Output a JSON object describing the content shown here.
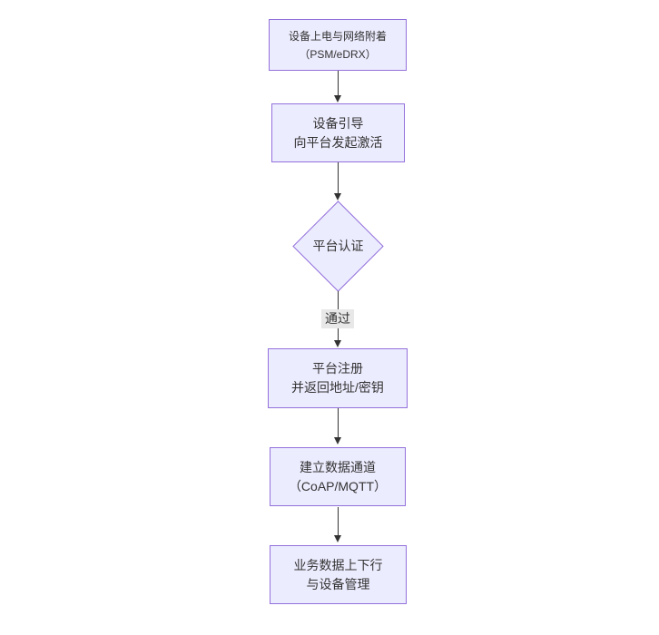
{
  "diagram": {
    "type": "flowchart-top-down",
    "colors": {
      "background": "#ffffff",
      "node_fill": "#ECECFF",
      "node_border": "#9370DB",
      "edge_line": "#333333",
      "edge_label_bg": "#e8e8e8",
      "text": "#333333"
    },
    "nodes": [
      {
        "shape": "rectangle",
        "lines": [
          "设备上电与网络附着",
          "（PSM/eDRX）"
        ]
      },
      {
        "shape": "rectangle",
        "lines": [
          "设备引导",
          "向平台发起激活"
        ]
      },
      {
        "shape": "diamond",
        "lines": [
          "平台认证"
        ]
      },
      {
        "shape": "rectangle",
        "lines": [
          "平台注册",
          "并返回地址/密钥"
        ]
      },
      {
        "shape": "rectangle",
        "lines": [
          "建立数据通道",
          "（CoAP/MQTT）"
        ]
      },
      {
        "shape": "rectangle",
        "lines": [
          "业务数据上下行",
          "与设备管理"
        ]
      }
    ],
    "edge_labels": [
      {
        "text": "通过"
      }
    ]
  }
}
